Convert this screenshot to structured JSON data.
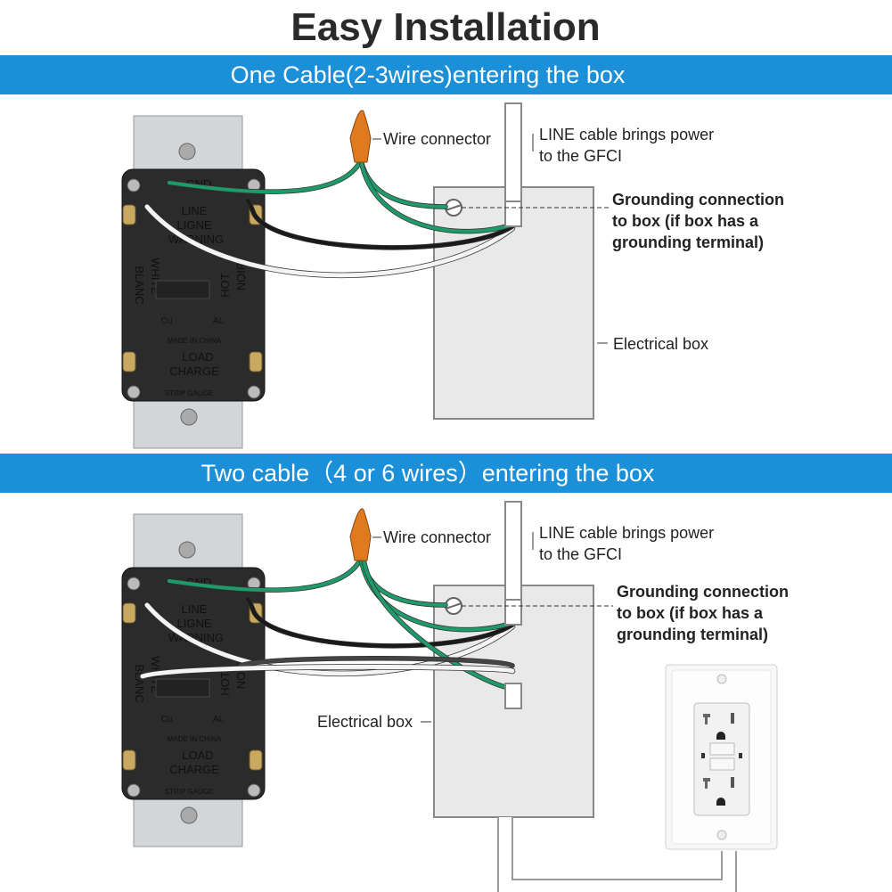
{
  "title": "Easy Installation",
  "colors": {
    "banner": "#1b8fd8",
    "ground_wire": "#1f9a6a",
    "hot_wire": "#1a1a1a",
    "neutral_wire": "#f4f4f4",
    "connector": "#e07a1f",
    "box_fill": "#e9e9e9"
  },
  "sections": [
    {
      "banner": "One Cable(2-3wires)entering the box",
      "wire_connector": "Wire connector",
      "line_cable_1": "LINE cable brings power",
      "line_cable_2": "to the GFCI",
      "grounding_1": "Grounding connection",
      "grounding_2": "to box (if box has a",
      "grounding_3": "grounding terminal)",
      "electrical_box": "Electrical box"
    },
    {
      "banner": "Two cable（4 or 6 wires）entering the box",
      "wire_connector": "Wire connector",
      "line_cable_1": "LINE cable brings power",
      "line_cable_2": "to the GFCI",
      "grounding_1": "Grounding connection",
      "grounding_2": "to box (if box has a",
      "grounding_3": "grounding terminal)",
      "electrical_box": "Electrical box"
    }
  ],
  "device_labels": {
    "gnd": "GND",
    "line": "LINE",
    "ligne": "LIGNE",
    "warning": "WARNING",
    "white": "WHITE",
    "blanc": "BLANC",
    "hot": "HOT",
    "noir": "NOIR",
    "cu": "Cu",
    "al": "AL",
    "made_in": "MADE IN CHINA",
    "load": "LOAD",
    "charge": "CHARGE",
    "strip_gauge": "STRIP GAUGE"
  }
}
